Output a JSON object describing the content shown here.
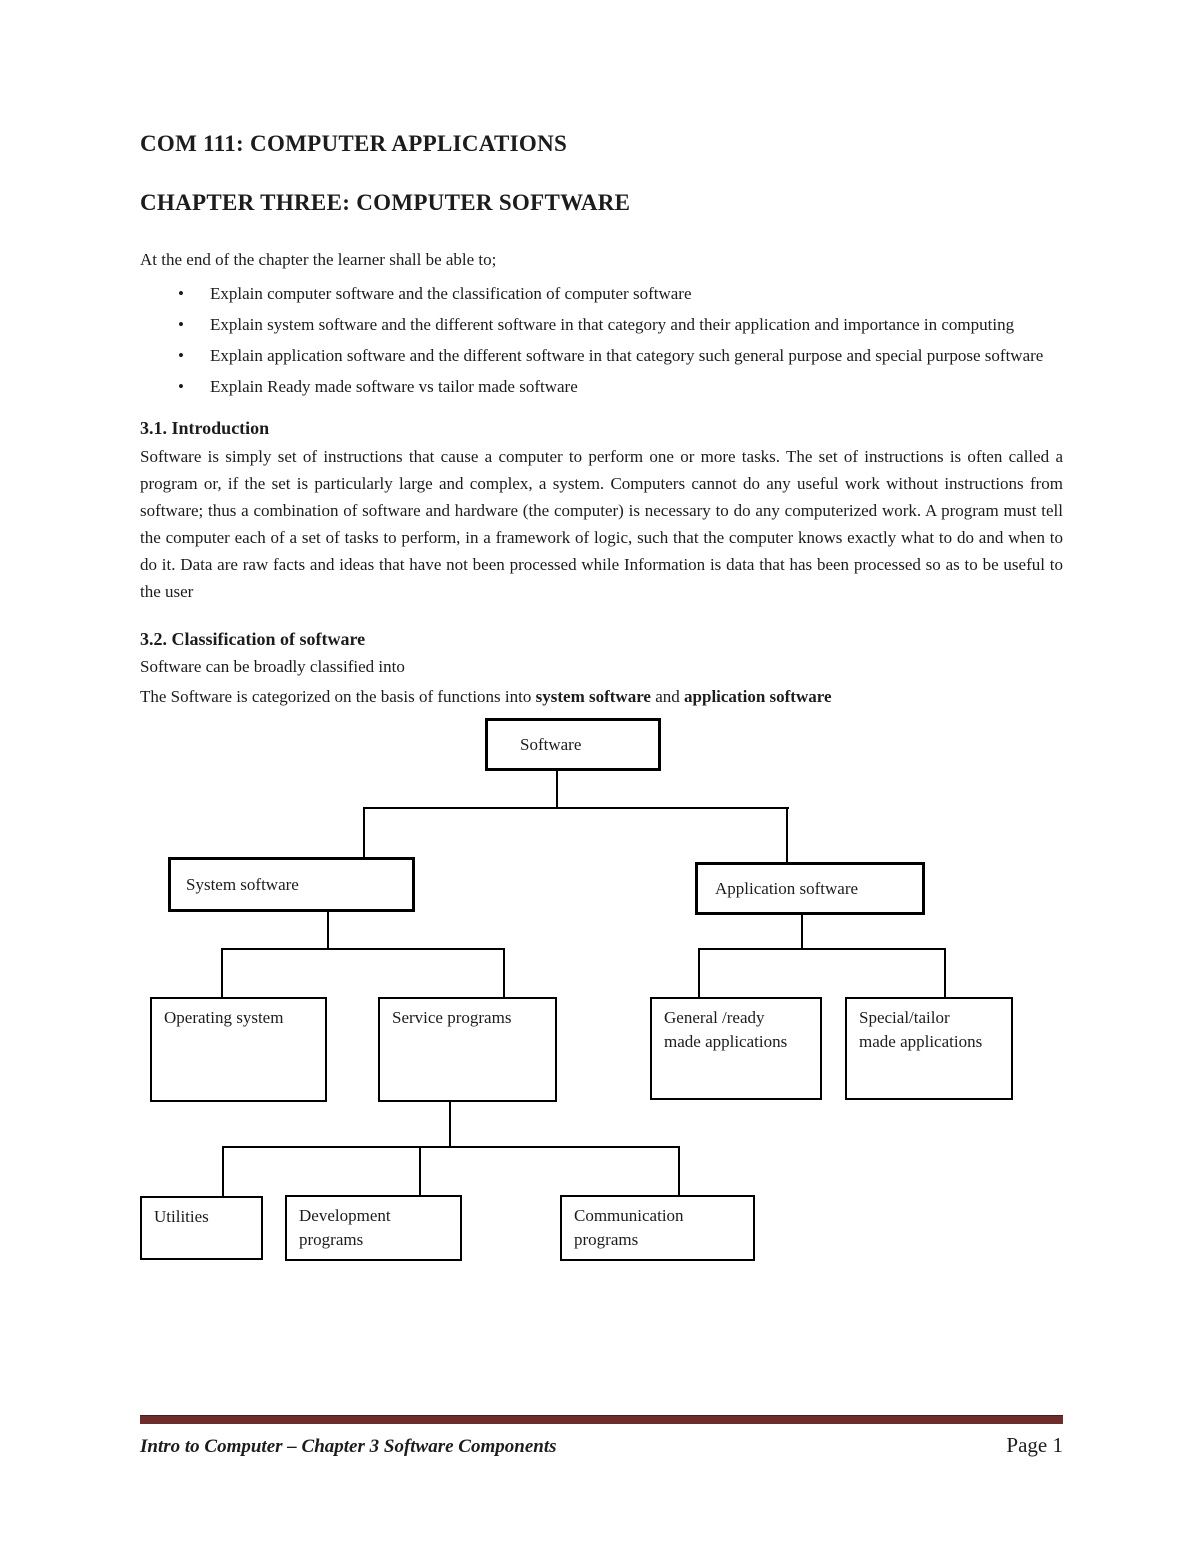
{
  "page": {
    "course_title": "COM 111: COMPUTER APPLICATIONS",
    "chapter_title": "CHAPTER THREE: COMPUTER SOFTWARE",
    "objectives_intro": "At the end of the chapter the learner shall be able to;",
    "objectives": [
      "Explain computer software and the classification of computer software",
      "Explain system software and the different software in that category and their application and importance in computing",
      "Explain application software and the different software in that category such general purpose and special purpose software",
      "Explain Ready made software vs tailor made software"
    ],
    "sections": {
      "introduction": {
        "heading": "3.1. Introduction",
        "body": "Software is simply set of instructions that cause a computer to perform one or more tasks. The set of instructions is often called a program or, if the set is particularly large and complex, a system. Computers cannot do any useful work without instructions from software; thus a combination of software and hardware (the computer) is necessary to do any computerized work. A program must tell the computer each of a set of tasks to perform, in a framework of logic, such that the computer knows exactly what to do and when to do it. Data are raw facts and ideas that have not been processed while Information is data that has been processed so as to be useful to the user"
      },
      "classification": {
        "heading": "3.2. Classification of software",
        "line1": "Software can be broadly classified into",
        "line2_prefix": "The Software is categorized on the basis of functions into ",
        "line2_bold1": "system software",
        "line2_mid": " and ",
        "line2_bold2": "application software"
      }
    },
    "diagram": {
      "boxes": {
        "software": "Software",
        "system_software": "System software",
        "application_software": "Application software",
        "operating_system": "Operating system",
        "service_programs": "Service programs",
        "general_ready": "General /ready\nmade applications",
        "special_tailor": "Special/tailor\nmade applications",
        "utilities": "Utilities",
        "development": "Development\nprograms",
        "communication": "Communication\nprograms"
      }
    },
    "footer": {
      "left": "Intro to Computer – Chapter 3 Software Components",
      "right": "Page 1",
      "bar_color": "#6e2d2d"
    }
  }
}
